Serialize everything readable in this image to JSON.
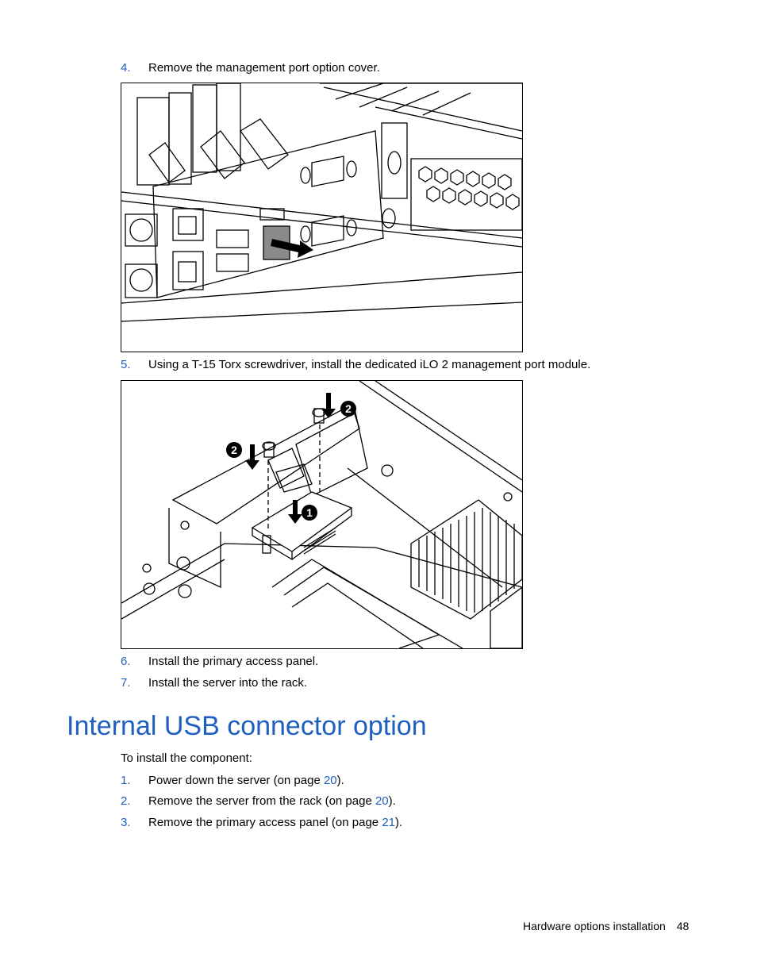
{
  "steps_top": [
    {
      "num": "4.",
      "text": "Remove the management port option cover."
    },
    {
      "num": "5.",
      "text": "Using a T-15 Torx screwdriver, install the dedicated iLO 2 management port module."
    },
    {
      "num": "6.",
      "text": "Install the primary access panel."
    },
    {
      "num": "7.",
      "text": "Install the server into the rack."
    }
  ],
  "figure2_callouts": [
    "2",
    "2",
    "1"
  ],
  "section": {
    "heading": "Internal USB connector option",
    "intro": "To install the component:",
    "steps": [
      {
        "num": "1.",
        "before": "Power down the server (on page ",
        "link": "20",
        "after": ")."
      },
      {
        "num": "2.",
        "before": "Remove the server from the rack (on page ",
        "link": "20",
        "after": ")."
      },
      {
        "num": "3.",
        "before": "Remove the primary access panel (on page ",
        "link": "21",
        "after": ")."
      }
    ]
  },
  "footer": {
    "section": "Hardware options installation",
    "page": "48"
  },
  "colors": {
    "accent": "#1f5fbf"
  }
}
